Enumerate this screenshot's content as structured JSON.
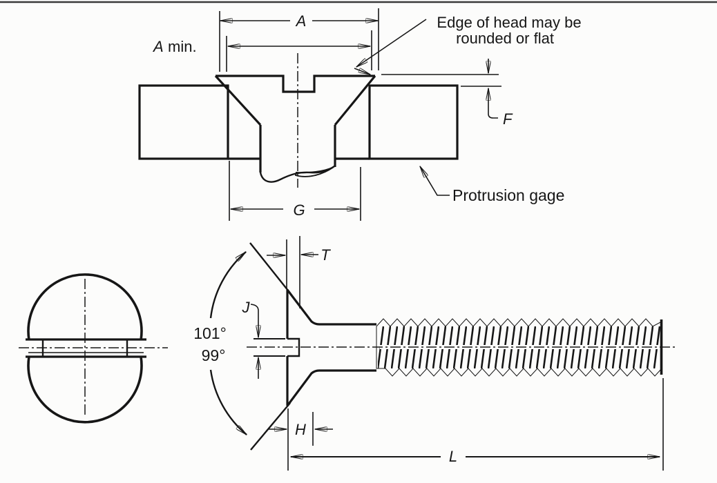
{
  "annotations": {
    "edge_note_line1": "Edge of head may be",
    "edge_note_line2": "rounded or flat",
    "gage_label": "Protrusion gage"
  },
  "dimensions": {
    "head_diameter": "A",
    "head_diameter_min_prefix": "A",
    "head_diameter_min_suffix": "min.",
    "protrusion": "F",
    "gage_hole_diameter": "G",
    "slot_depth": "T",
    "slot_width": "J",
    "head_height": "H",
    "screw_length": "L"
  },
  "angles": {
    "upper": "101°",
    "lower": "99°"
  },
  "colors": {
    "ink": "#161616",
    "paper": "#fcfcfb"
  }
}
